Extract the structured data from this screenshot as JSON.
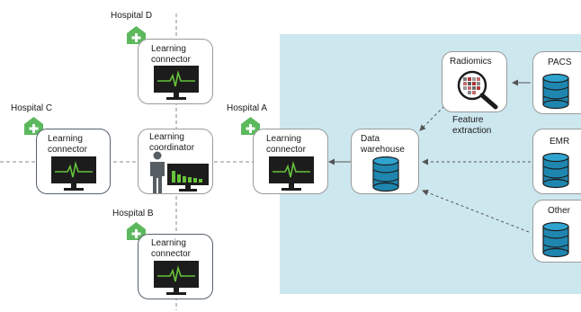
{
  "hospitals": {
    "d": {
      "name": "Hospital D",
      "box_label": "Learning connector"
    },
    "c": {
      "name": "Hospital C",
      "box_label": "Learning connector"
    },
    "a": {
      "name": "Hospital A",
      "box_label": "Learning connector"
    },
    "b": {
      "name": "Hospital B",
      "box_label": "Learning connector"
    }
  },
  "coordinator": {
    "label": "Learning coordinator"
  },
  "data_warehouse": {
    "label": "Data warehouse"
  },
  "radiomics": {
    "label": "Radiomics",
    "arrow_label": "Feature extraction"
  },
  "sources": {
    "pacs": "PACS",
    "emr": "EMR",
    "other": "Other"
  },
  "colors": {
    "panel": "#cde7ef",
    "accent_green": "#5cb85c",
    "db_blue": "#1f86b0",
    "monitor": "#1c1c1c",
    "signal": "#67c23a"
  },
  "icons": [
    "house-plus-icon",
    "monitor-ecg-icon",
    "database-icon",
    "person-icon",
    "magnifier-icon"
  ]
}
